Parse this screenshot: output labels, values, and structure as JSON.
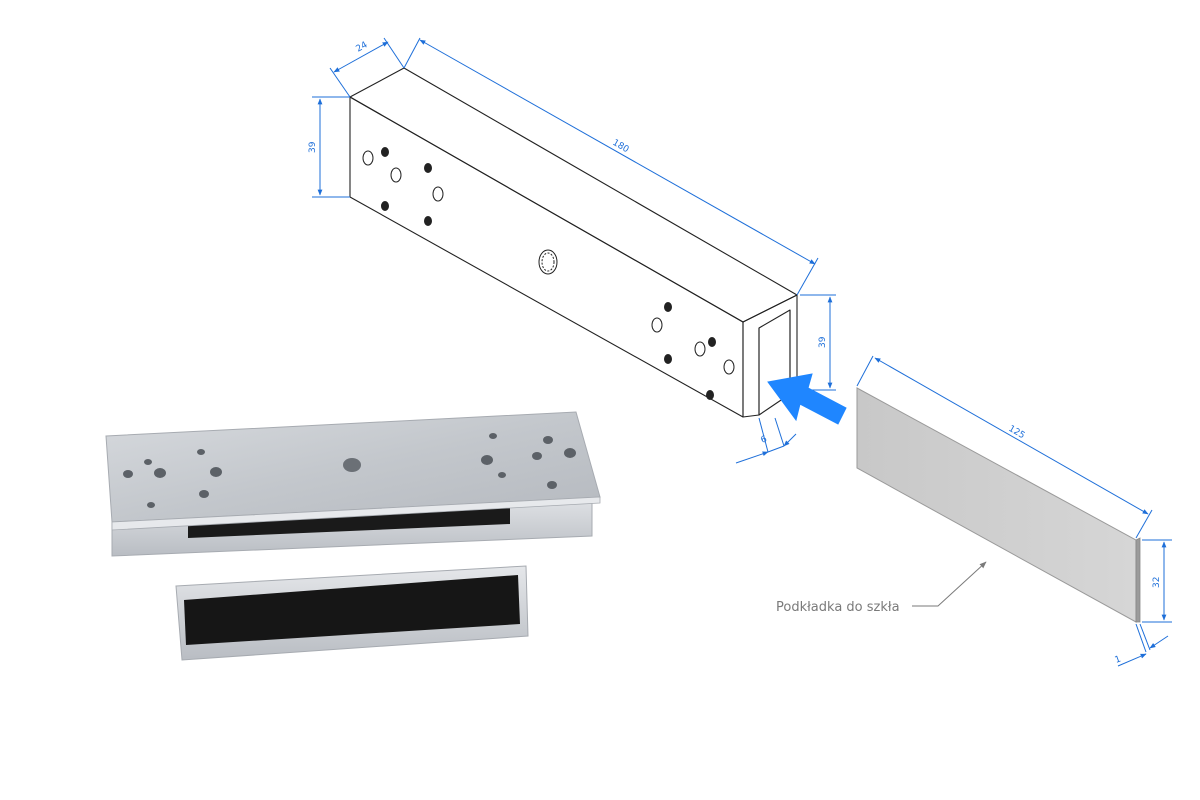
{
  "dimensions": {
    "bracket_depth": "24",
    "bracket_length": "180",
    "bracket_height_front": "39",
    "bracket_height_side": "39",
    "slot_width": "6",
    "plate_length": "125",
    "plate_height": "32",
    "plate_thickness": "1"
  },
  "callout": {
    "label": "Podkładka do szkła"
  },
  "colors": {
    "dimension_blue": "#1e6fd9",
    "arrow_blue": "#1f86ff",
    "plate_grey": "#cfcfcf",
    "aluminium": "#c9ccd1",
    "rubber_black": "#1a1a1a"
  },
  "icons": {
    "insert_arrow": "blue-arrow-icon"
  }
}
